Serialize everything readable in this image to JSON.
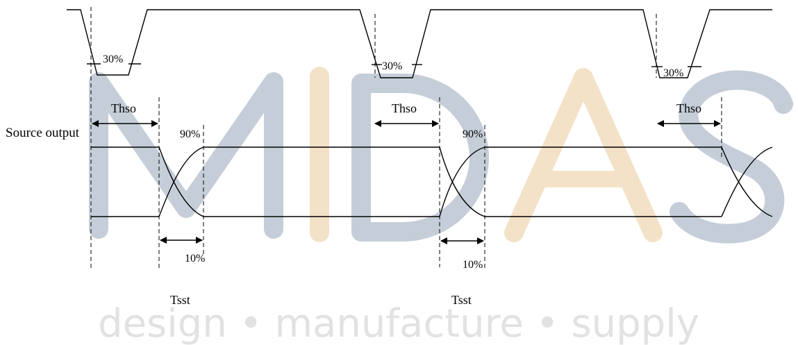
{
  "watermark": {
    "brand": "MIDAS",
    "tagline": "design • manufacture • supply",
    "colors": {
      "steel": "#c5ced8",
      "sand": "#f3e2c8",
      "tagline": "#e2e2e2"
    }
  },
  "diagram": {
    "signal_label": "Source output",
    "pulses": [
      {
        "threshold": "30%",
        "hold_label": "Thso",
        "rise_label": "90%",
        "fall_label": "10%",
        "setup_label": "Tsst"
      },
      {
        "threshold": "30%",
        "hold_label": "Thso",
        "rise_label": "90%",
        "fall_label": "10%",
        "setup_label": "Tsst"
      },
      {
        "threshold": "30%",
        "hold_label": "Thso"
      }
    ]
  }
}
